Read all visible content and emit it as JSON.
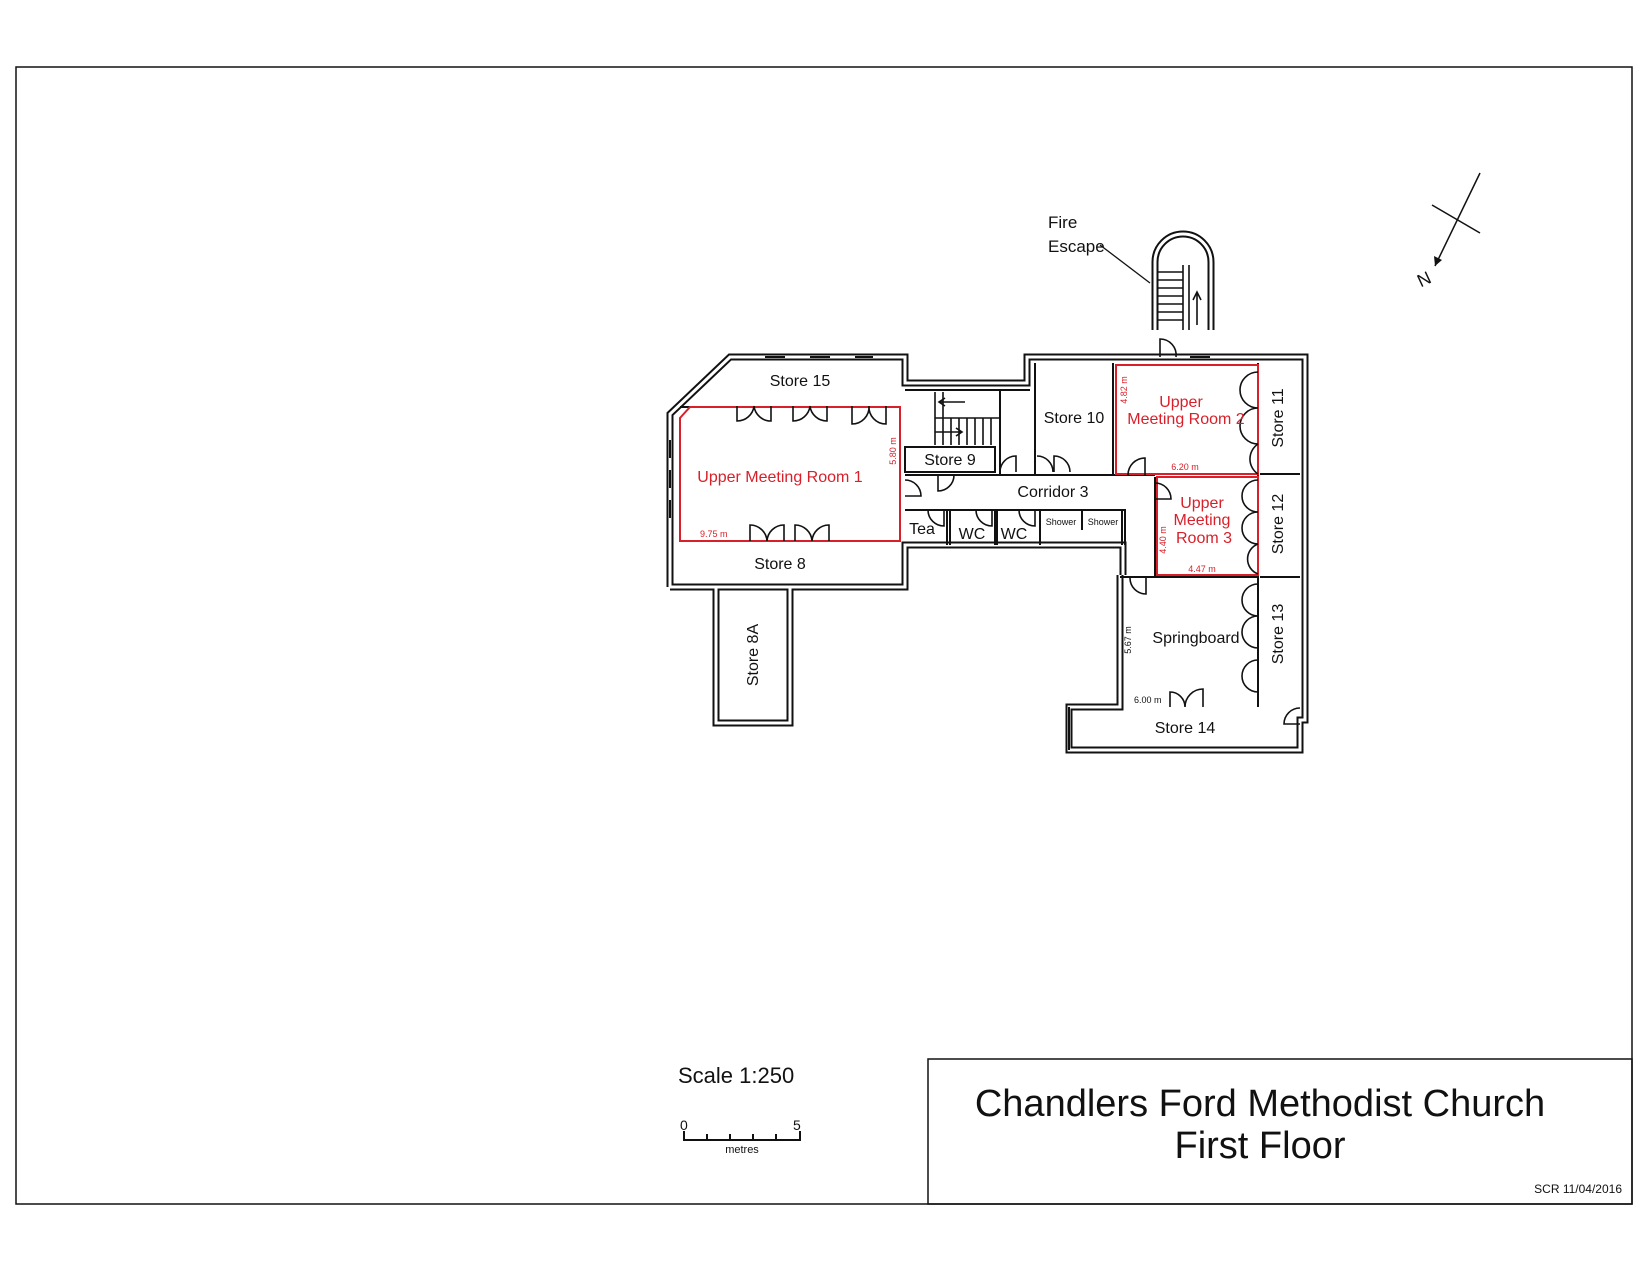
{
  "title_block": {
    "title": "Chandlers Ford Methodist Church",
    "subtitle": "First Floor",
    "footer": "SCR 11/04/2016"
  },
  "scale": {
    "label": "Scale 1:250",
    "start": "0",
    "end": "5",
    "unit": "metres"
  },
  "north": {
    "label": "N"
  },
  "fire_escape": {
    "line1": "Fire",
    "line2": "Escape"
  },
  "rooms": {
    "store15": "Store 15",
    "umr1": "Upper Meeting Room 1",
    "store8": "Store 8",
    "store8a": "Store 8A",
    "store9": "Store 9",
    "store10": "Store 10",
    "corridor3": "Corridor 3",
    "tea": "Tea",
    "wc1": "WC",
    "wc2": "WC",
    "shower1": "Shower",
    "shower2": "Shower",
    "umr2_l1": "Upper",
    "umr2_l2": "Meeting Room 2",
    "umr3_l1": "Upper",
    "umr3_l2": "Meeting",
    "umr3_l3": "Room 3",
    "store11": "Store 11",
    "store12": "Store 12",
    "store13": "Store 13",
    "springboard": "Springboard",
    "store14": "Store 14"
  },
  "dimensions": {
    "umr1_height": "5.80 m",
    "umr1_width": "9.75 m",
    "umr2_height": "4.82 m",
    "umr2_width": "6.20 m",
    "umr3_height": "4.40 m",
    "umr3_width": "4.47 m",
    "springboard_height": "5.67 m",
    "springboard_width": "6.00 m"
  },
  "colors": {
    "line": "#111111",
    "highlight": "#d8202a"
  }
}
